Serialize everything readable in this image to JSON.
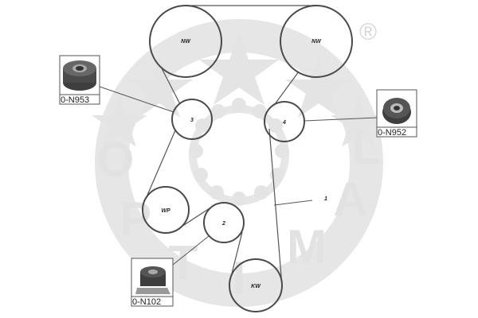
{
  "watermark": {
    "letters": [
      "O",
      "P",
      "T",
      "I",
      "M",
      "A",
      "L"
    ],
    "registered": "®"
  },
  "pulleys": {
    "nw_left": "NW",
    "nw_right": "NW",
    "p3": "3",
    "p4": "4",
    "wp": "WP",
    "p2": "2",
    "kw": "KW"
  },
  "belt_label": "1",
  "parts": [
    {
      "label": "0-N953"
    },
    {
      "label": "0-N952"
    },
    {
      "label": "0-N102"
    }
  ]
}
